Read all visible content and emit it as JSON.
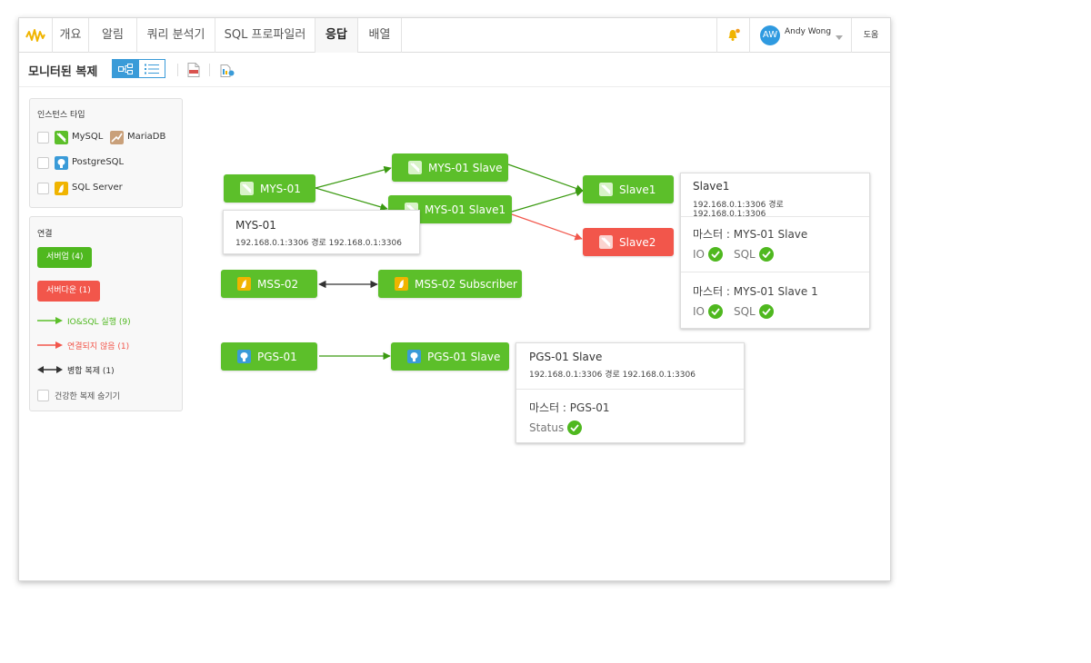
{
  "nav": {
    "tabs": [
      "개요",
      "알림",
      "쿼리 분석기",
      "SQL 프로파일러",
      "응답",
      "배열"
    ],
    "active_tab": "응답",
    "user": {
      "initials": "AW",
      "name": "Andy Wong"
    },
    "help_label": "도움"
  },
  "toolbar": {
    "title": "모니터된 복제"
  },
  "instance_panel": {
    "title": "인스턴스 타입",
    "types": [
      "MySQL",
      "MariaDB",
      "PostgreSQL",
      "SQL Server"
    ]
  },
  "connection_panel": {
    "title": "연결",
    "server_up": "서버업 (4)",
    "server_down": "서버다운 (1)",
    "legend_io_sql": "IO&SQL 실행 (9)",
    "legend_not_connected": "연결되지 않음 (1)",
    "legend_merge": "병합 복제 (1)",
    "hide_healthy": "건강한 복제 숨기기"
  },
  "colors": {
    "green": "#5cbf2a",
    "red": "#f2564b",
    "blue": "#3a9bd8",
    "dark": "#333333"
  },
  "nodes": {
    "mys01": "MYS-01",
    "mys01_slave": "MYS-01 Slave",
    "mys01_slave1": "MYS-01 Slave1",
    "slave1": "Slave1",
    "slave2": "Slave2",
    "mss02": "MSS-02",
    "mss02_subscriber": "MSS-02 Subscriber",
    "pgs01": "PGS-01",
    "pgs01_slave": "PGS-01 Slave"
  },
  "popovers": {
    "mys01": {
      "title": "MYS-01",
      "address": "192.168.0.1:3306 경로 192.168.0.1:3306"
    },
    "slave1": {
      "title": "Slave1",
      "address": "192.168.0.1:3306 경로 192.168.0.1:3306",
      "master1": "마스터 : MYS-01 Slave",
      "master2": "마스터 : MYS-01 Slave 1",
      "io": "IO",
      "sql": "SQL"
    },
    "pgs01_slave": {
      "title": "PGS-01 Slave",
      "address": "192.168.0.1:3306 경로 192.168.0.1:3306",
      "master": "마스터 : PGS-01",
      "status": "Status"
    }
  }
}
